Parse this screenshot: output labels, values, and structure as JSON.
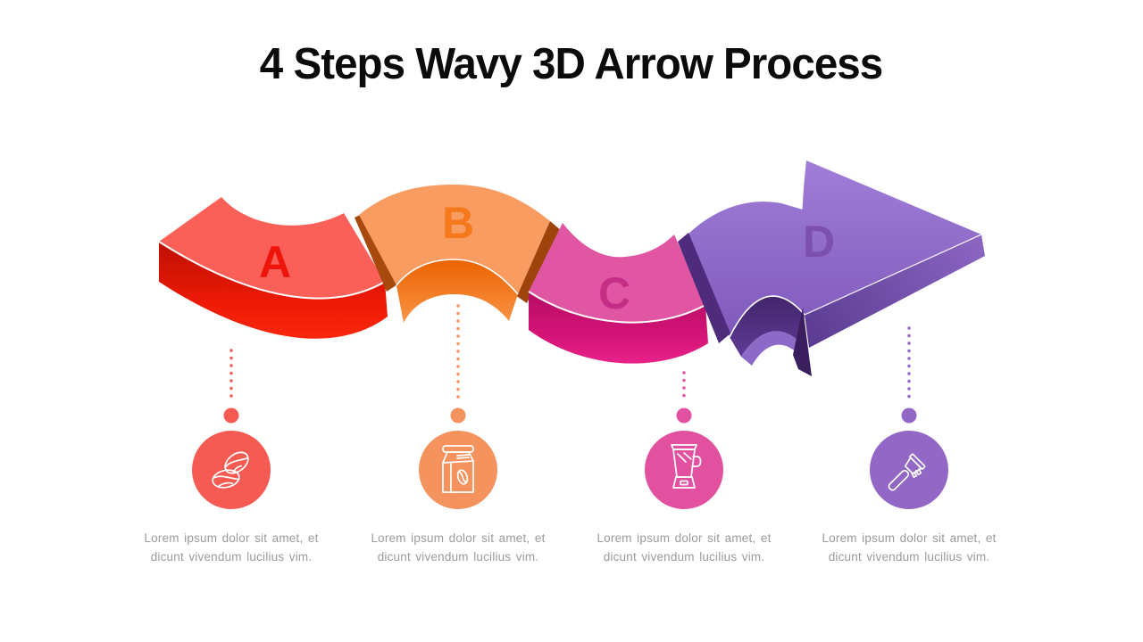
{
  "slide_title": "4 Steps Wavy 3D Arrow Process",
  "caption_text_color": "#9b9b9b",
  "steps": [
    {
      "letter": "A",
      "icon": "coffee-beans-icon",
      "colors": {
        "top_face": "#FA6058",
        "front_face": "#EE1A06",
        "letter": "#EE1409",
        "accent": "#F55B53"
      },
      "caption": {
        "line1": "Lorem ipsum dolor sit amet, et",
        "line2": "dicunt vivendum  lucilius vim."
      }
    },
    {
      "letter": "B",
      "icon": "coffee-bag-icon",
      "colors": {
        "top_face": "#F99C62",
        "front_face": "#F07506",
        "letter": "#F5781A",
        "accent": "#F4935E"
      },
      "caption": {
        "line1": "Lorem ipsum dolor sit amet, et",
        "line2": "dicunt vivendum  lucilius vim."
      }
    },
    {
      "letter": "C",
      "icon": "blender-icon",
      "colors": {
        "top_face": "#E156A3",
        "front_face": "#D61478",
        "letter": "#C42E86",
        "accent": "#E151A0"
      },
      "caption": {
        "line1": "Lorem ipsum dolor sit amet, et",
        "line2": "dicunt vivendum  lucilius vim."
      }
    },
    {
      "letter": "D",
      "icon": "portafilter-icon",
      "colors": {
        "top_face": "#9571CB",
        "front_face": "#6A48A2",
        "letter": "#7B50AF",
        "accent": "#9267C5"
      },
      "caption": {
        "line1": "Lorem ipsum dolor sit amet, et",
        "line2": "dicunt vivendum  lucilius vim."
      }
    }
  ]
}
